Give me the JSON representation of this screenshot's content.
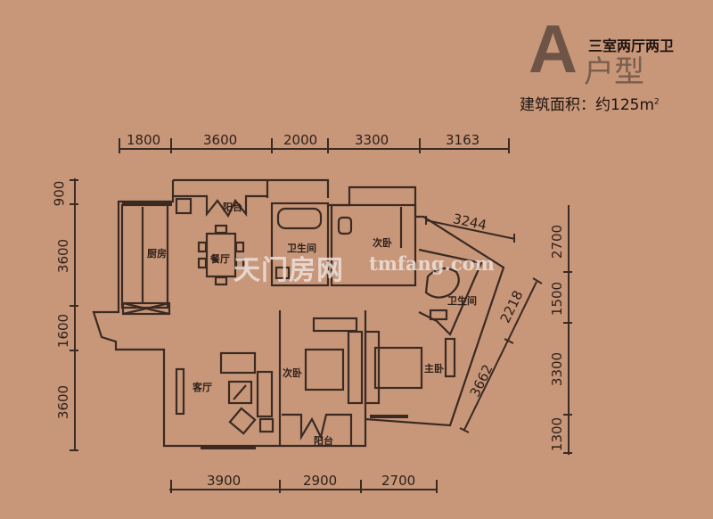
{
  "header": {
    "unit_letter": "A",
    "unit_type_label": "户型",
    "layout_summary": "三室两厅两卫",
    "area_label": "建筑面积：约125m",
    "area_superscript": "2"
  },
  "dimensions": {
    "top": [
      "1800",
      "3600",
      "2000",
      "3300",
      "3163"
    ],
    "bottom": [
      "3900",
      "2900",
      "2700"
    ],
    "left": [
      "900",
      "3600",
      "1600",
      "3600"
    ],
    "right": [
      "2700",
      "1500",
      "3300",
      "1300"
    ],
    "diagonal": [
      "3244",
      "2218",
      "3662"
    ]
  },
  "rooms": {
    "kitchen": "厨房",
    "dining": "餐厅",
    "balcony_north": "阳台",
    "bathroom_1": "卫生间",
    "bedroom_north": "次卧",
    "bathroom_2": "卫生间",
    "living": "客厅",
    "bedroom_second": "次卧",
    "master_bedroom": "主卧",
    "balcony_south": "阳台"
  },
  "watermark": {
    "cn": "天门房网",
    "en": "tmfang.com"
  },
  "colors": {
    "background": "#C8977A",
    "line": "#3a2a22",
    "title_accent": "#6e5446"
  }
}
